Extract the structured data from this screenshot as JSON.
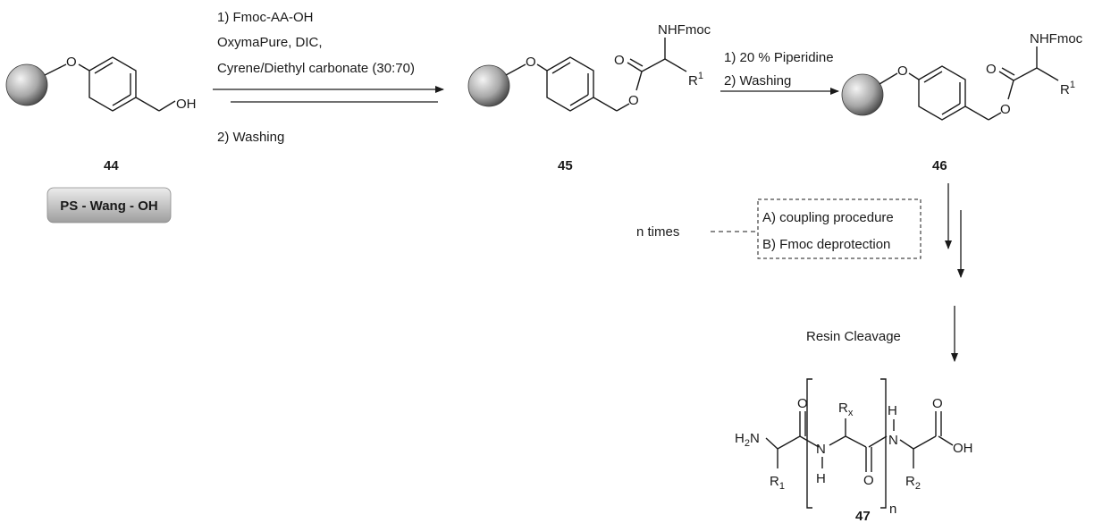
{
  "compounds": {
    "c44": {
      "label": "44",
      "resin_name": "PS - Wang - OH",
      "oh": "OH",
      "o": "O"
    },
    "c45": {
      "label": "45",
      "nh": "NHFmoc",
      "r": "R",
      "r_sup": "1",
      "o": "O"
    },
    "c46": {
      "label": "46",
      "nh": "NHFmoc",
      "r": "R",
      "r_sup": "1",
      "o": "O"
    },
    "c47": {
      "label": "47",
      "h2n": "H",
      "h2n_sub": "2",
      "h2n_n": "N",
      "r1": "R",
      "r1_sub": "1",
      "rx": "R",
      "rx_sub": "x",
      "r2": "R",
      "r2_sub": "2",
      "n": "N",
      "h": "H",
      "o": "O",
      "oh": "OH",
      "repeat": "n"
    }
  },
  "step1": {
    "line1": "1) Fmoc-AA-OH",
    "line2": "OxymaPure, DIC,",
    "line3": "Cyrene/Diethyl carbonate (30:70)",
    "line4": "2) Washing"
  },
  "step2": {
    "line1": "1) 20 % Piperidine",
    "line2": "2) Washing"
  },
  "loop": {
    "label": "n times",
    "a": "A) coupling procedure",
    "b": "B) Fmoc deprotection"
  },
  "cleavage": {
    "label": "Resin Cleavage"
  },
  "colors": {
    "sphere_light": "#f2f2f2",
    "sphere_dark": "#555555",
    "badge_light": "#e6e6e6",
    "badge_dark": "#9a9a9a"
  }
}
